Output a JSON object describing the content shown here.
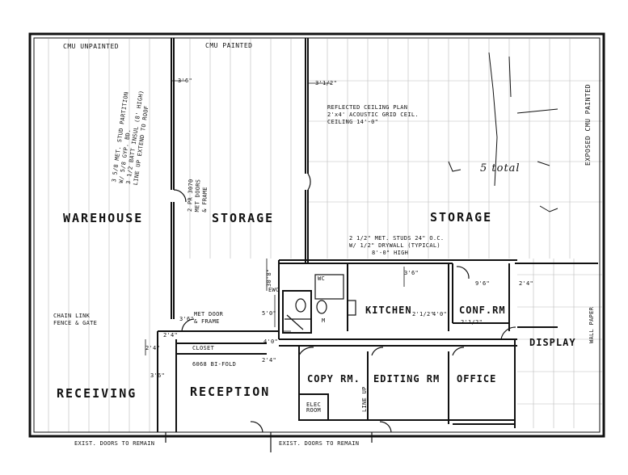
{
  "rooms": {
    "warehouse": "WAREHOUSE",
    "storage_left": "STORAGE",
    "storage_right": "STORAGE",
    "receiving": "RECEIVING",
    "reception": "RECEPTION",
    "copy_rm": "COPY RM.",
    "editing_rm": "EDITING RM",
    "office": "OFFICE",
    "display": "DISPLAY",
    "kitchen": "KITCHEN",
    "conf_rm": "CONF.RM",
    "elec_room": "ELEC ROOM"
  },
  "notes": {
    "cmu_unpainted": "CMU UNPAINTED",
    "cmu_painted": "CMU PAINTED",
    "exposed_cmu_painted": "EXPOSED CMU PAINTED",
    "reflected_ceiling": [
      "REFLECTED CEILING PLAN",
      "2'x4' ACOUSTIC GRID CEIL.",
      "CEILING 14'-0\""
    ],
    "met_stud_partition": [
      "3 5/8 MET. STUD PARTITION",
      "W/ 5/8 GYP. BD.",
      "3 1/2 BATT INSUL (8' HIGH)",
      "LINE UP EXTEND TO ROOF"
    ],
    "met_doors": [
      "2 PR 3070",
      "MET DOORS",
      "& FRAME"
    ],
    "met_studs_drywall": [
      "2 1/2\" MET. STUDS 24\" O.C.",
      "W/ 1/2\" DRYWALL (TYPICAL)",
      "8'-0\" HIGH"
    ],
    "chain_link": [
      "CHAIN LINK",
      "FENCE & GATE"
    ],
    "met_door_frame": [
      "MET DOOR",
      "& FRAME"
    ],
    "closet_bifold": "CLOSET",
    "bifold": "6068 BI-FOLD",
    "exist_doors_left": "EXIST. DOORS TO REMAIN",
    "exist_doors_right": "EXIST. DOORS TO REMAIN",
    "line_up": "LINE UP",
    "wall_paper": "WALL PAPER",
    "handwritten": "5 total"
  },
  "dims": {
    "d1": "3'6\"",
    "d2": "3'1/2\"",
    "d3": "3'6\"",
    "d4": "30'8\"",
    "d5": "5'0\"",
    "d6": "4'0\"",
    "d7": "2'4\"",
    "d8": "3'6\"",
    "d9": "9'6\"",
    "d10": "2'4\"",
    "d11": "4'0\"",
    "d12": "2'1/2\"",
    "d13": "2'1/2\"",
    "d14": "2'4\"",
    "d15": "2'4\"",
    "d16": "3'6\""
  },
  "fixtures": {
    "wc": "WC",
    "ewc": "EWC",
    "m": "M"
  }
}
